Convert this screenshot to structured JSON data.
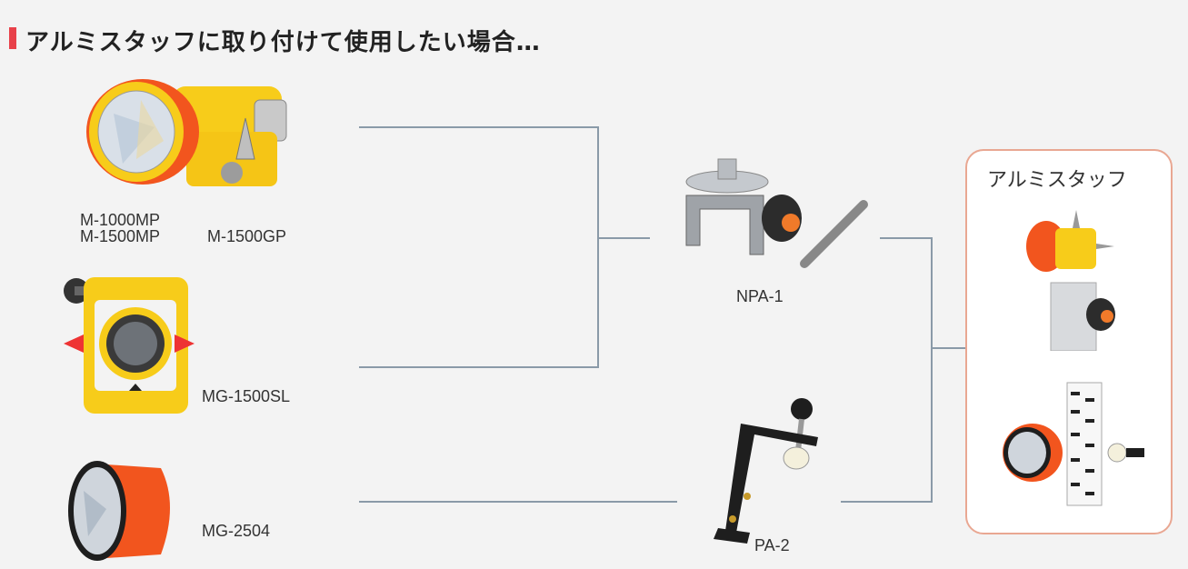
{
  "heading": "アルミスタッフに取り付けて使用したい場合…",
  "colors": {
    "accent": "#e8414a",
    "connector": "#8a9aa8",
    "frame": "#e9a792",
    "prism_yellow": "#f7cc1a",
    "prism_orange": "#f2551e"
  },
  "products": {
    "m1000": {
      "line1": "M-1000MP",
      "line2": "M-1500MP",
      "line3": "M-1500GP"
    },
    "mg1500sl": {
      "label": "MG-1500SL"
    },
    "mg2504": {
      "label": "MG-2504"
    },
    "npa1": {
      "label": "NPA-1"
    },
    "pa2": {
      "label": "PA-2"
    }
  },
  "staff": {
    "title": "アルミスタッフ"
  }
}
